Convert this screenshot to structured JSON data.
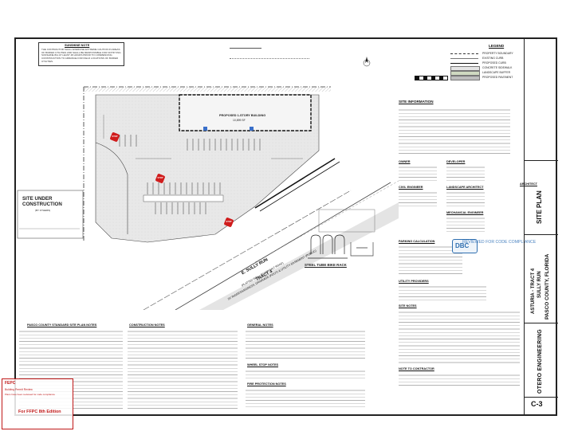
{
  "top_notes": {
    "sunshine": "SUNSHINE NOTE",
    "sunshine_text": "THE CONTRACTOR SHALL EXERCISE EXTREME CAUTION IN AREAS OF BURIED UTILITIES AND SHALL BE RESPONSIBLE FOR NOTIFYING SUNSHINE 811 AT LEAST 48 HOURS PRIOR TO COMMENCING CONSTRUCTION TO ARRANGE FOR FIELD LOCATIONS OF BURIED UTILITIES."
  },
  "plan_labels": {
    "building": "PROPOSED 1-STORY BUILDING",
    "building_sub": "10,899 SF",
    "site_under": "SITE UNDER CONSTRUCTION",
    "site_under_sub": "(BY OTHERS)",
    "road1": "E. SULLY RUN",
    "road2": "TRACT 4",
    "road3": "(PLATTED R/W ~ 60' ASPHALT ROAD)",
    "easement": "20' INGRESS/EGRESS, DRAINAGE (FDOT) & UTILITY EASEMENT (PUBLIC)",
    "bike_rack": "STEEL TUBE BIKE RACK",
    "stop": "STOP"
  },
  "legend": {
    "title": "LEGEND",
    "items": [
      "PROPERTY BOUNDARY",
      "EXISTING CURB",
      "PROPOSED CURB",
      "CONCRETE SIDEWALK",
      "LANDSCAPE BUFFER",
      "PROPOSED PAVEMENT"
    ]
  },
  "info": {
    "site_info": "SITE INFORMATION",
    "parking_calc": "PARKING CALCULATION",
    "utility": "UTILITY PROVIDERS",
    "site_notes": "SITE NOTES",
    "architect": "ARCHITECT",
    "landscape": "LANDSCAPE ARCHITECT",
    "mechanical": "MECHANICAL ENGINEER",
    "civil": "CIVIL ENGINEER",
    "owner": "OWNER",
    "developer": "DEVELOPER",
    "contractor_notes": "NOTE TO CONTRACTOR"
  },
  "bottom_notes": {
    "pasco": "PASCO COUNTY STANDARD SITE PLAN NOTES",
    "construction": "CONSTRUCTION NOTES",
    "general": "GENERAL NOTES",
    "wheel_stop": "WHEEL STOP NOTES",
    "fire": "FIRE PROTECTION NOTES"
  },
  "stamp": {
    "text": "REVIEWED FOR CODE COMPLIANCE",
    "logo": "DBC"
  },
  "title_block": {
    "sheet_title": "SITE PLAN",
    "project_line1": "ASTURIA - TRACT 4",
    "project_line2": "SULLY RUN",
    "project_line3": "PASCO COUNTY, FLORIDA",
    "firm": "OTERO ENGINEERING",
    "sheet_number": "C-3"
  },
  "review_stamp": {
    "lines": [
      "FEPC",
      "Building Permit Review",
      "Plans have been reviewed for code compliance",
      "For FFPC 8th Edition"
    ],
    "edition": "For FFPC 8th Edition"
  }
}
